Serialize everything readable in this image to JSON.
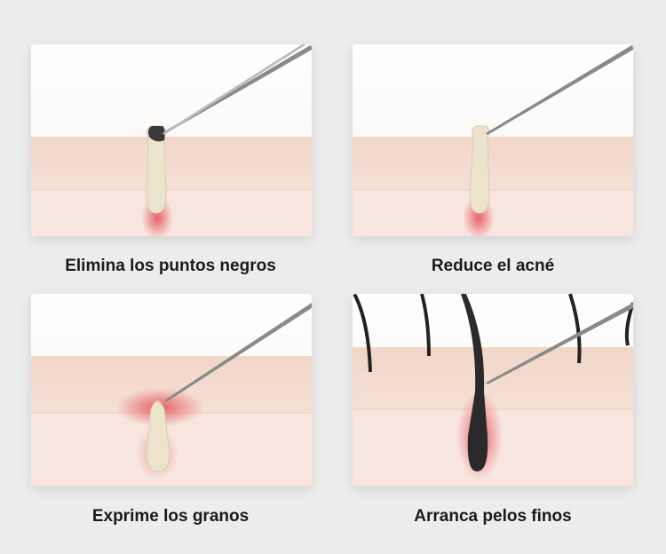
{
  "panels": [
    {
      "label": "Elimina los puntos negros",
      "icon": "blackhead-extraction-illustration"
    },
    {
      "label": "Reduce el acné",
      "icon": "acne-extraction-illustration"
    },
    {
      "label": "Exprime los granos",
      "icon": "pimple-extraction-illustration"
    },
    {
      "label": "Arranca pelos finos",
      "icon": "hair-removal-illustration"
    }
  ],
  "colors": {
    "skin_top": "#f3d9cc",
    "skin_body": "#f6e3db",
    "inflammation": "#e5525a",
    "sebum": "#ece3cc"
  }
}
